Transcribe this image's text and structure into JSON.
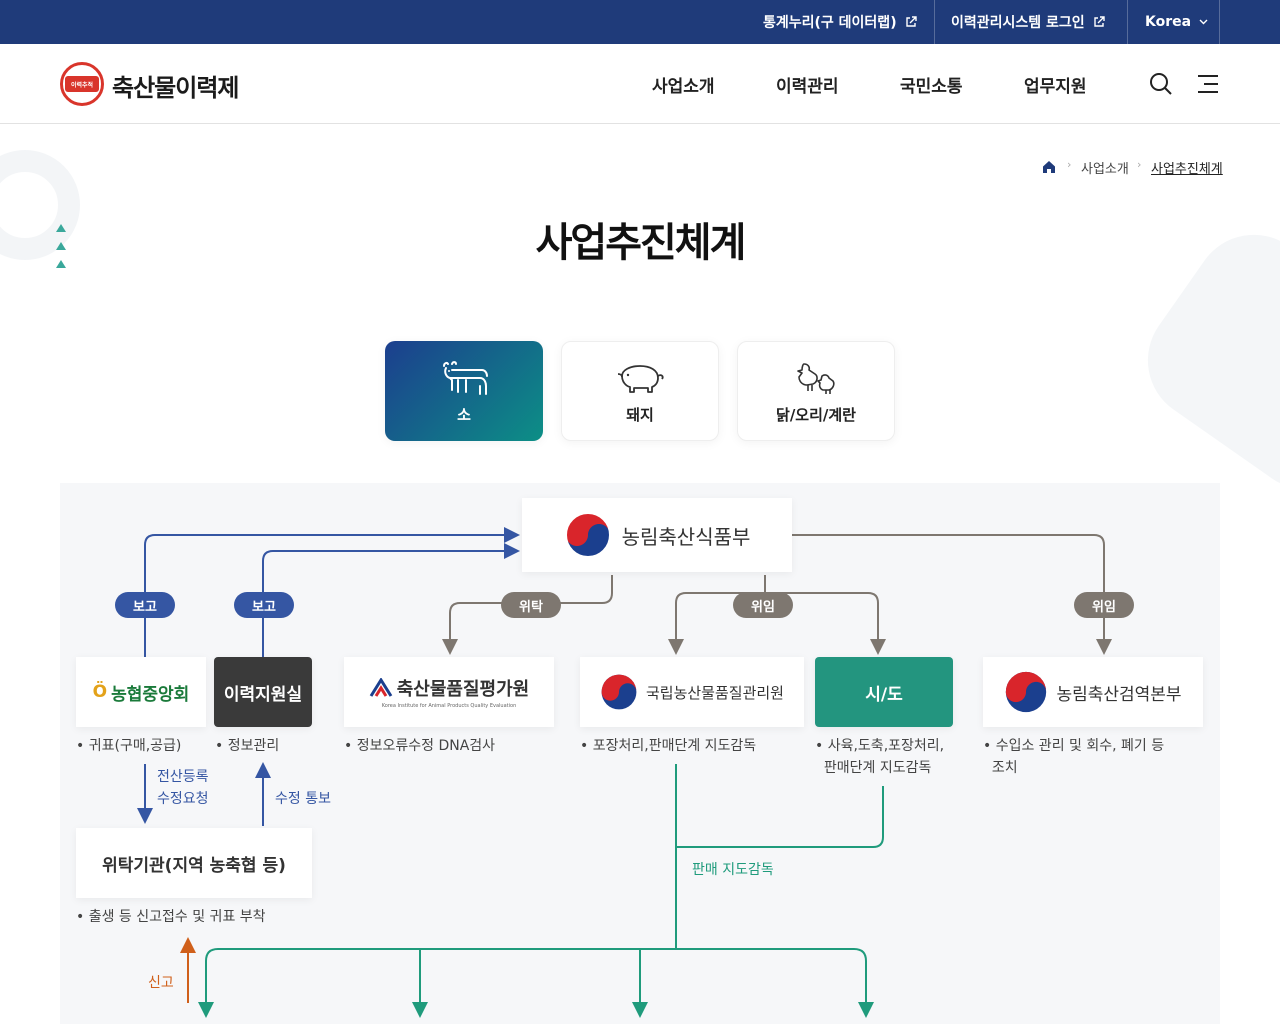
{
  "utility": {
    "stats_link": "통계누리(구 데이터랩)",
    "login_link": "이력관리시스템 로그인",
    "language": "Korea"
  },
  "header": {
    "logo_text": "이력추적",
    "brand": "축산물이력제",
    "nav": [
      "사업소개",
      "이력관리",
      "국민소통",
      "업무지원"
    ]
  },
  "breadcrumb": {
    "level1": "사업소개",
    "current": "사업추진체계"
  },
  "page_title": "사업추진체계",
  "tabs": [
    {
      "label": "소",
      "icon": "cow-icon",
      "active": true
    },
    {
      "label": "돼지",
      "icon": "pig-icon",
      "active": false
    },
    {
      "label": "닭/오리/계란",
      "icon": "poultry-icon",
      "active": false
    }
  ],
  "diagram": {
    "ministry": "농림축산식품부",
    "pills": {
      "report1": "보고",
      "report2": "보고",
      "entrust": "위탁",
      "delegate1": "위임",
      "delegate2": "위임"
    },
    "orgs": {
      "nh": "농협중앙회",
      "support": "이력지원실",
      "quality": "축산물품질평가원",
      "quality_sub": "Korea Institute for Animal Products Quality Evaluation",
      "naqs": "국립농산물품질관리원",
      "city": "시/도",
      "quarantine": "농림축산검역본부",
      "agency": "위탁기관(지역 농축협 등)"
    },
    "notes": {
      "nh": "귀표(구매,공급)",
      "support": "정보관리",
      "quality": "정보오류수정 DNA검사",
      "naqs": "포장처리,판매단계 지도감독",
      "city_1": "사육,도축,포장처리,",
      "city_2": "판매단계 지도감독",
      "quarantine_1": "수입소 관리 및 회수, 폐기 등",
      "quarantine_2": "조치",
      "agency": "출생 등 신고접수 및 귀표 부착"
    },
    "labels": {
      "register_1": "전산등록",
      "register_2": "수정요청",
      "fix_notice": "수정 통보",
      "sales_supervision": "판매 지도감독",
      "report": "신고"
    },
    "colors": {
      "blue": "#3556a3",
      "gray": "#7e7770",
      "green": "#1f9b7c",
      "orange": "#d0601b",
      "dark": "#3a3a3a"
    }
  }
}
